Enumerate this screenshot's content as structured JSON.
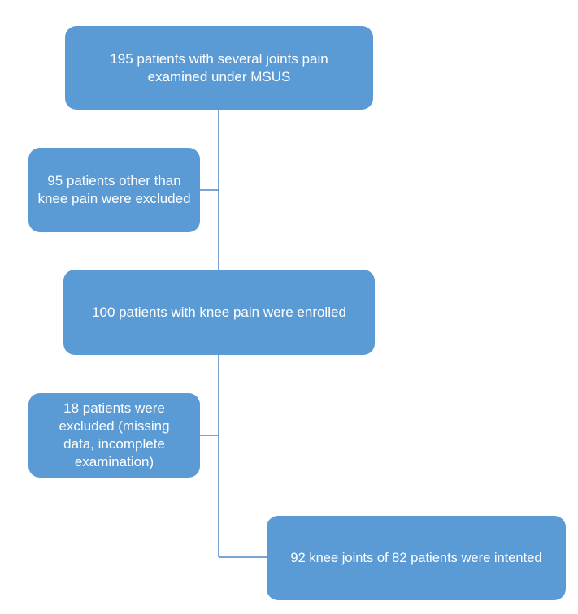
{
  "flow": {
    "box1": "195 patients with several joints pain examined under MSUS",
    "box2": "95 patients other than knee pain were excluded",
    "box3": "100 patients with knee pain were enrolled",
    "box4": "18 patients were excluded (missing data, incomplete examination)",
    "box5": "92 knee joints of 82 patients were intented"
  },
  "colors": {
    "box_fill": "#5b9bd5",
    "connector": "#4f86c6",
    "text": "#ffffff"
  }
}
